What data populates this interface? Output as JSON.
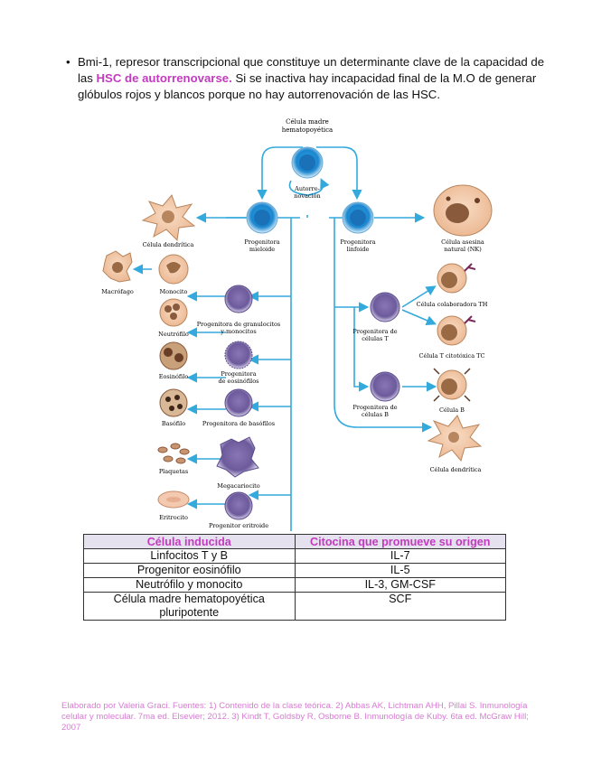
{
  "bullet": {
    "text_before": "Bmi-1, represor transcripcional que constituye un determinante clave de la capacidad de las ",
    "highlight": "HSC de autorrenovarse.",
    "text_after": " Si se inactiva hay incapacidad final de la M.O de generar glóbulos rojos y blancos porque no hay autorrenovación de las HSC."
  },
  "diagram": {
    "hsc_label_1": "Célula madre",
    "hsc_label_2": "hematopoyética",
    "autorren_1": "Autorre-",
    "autorren_2": "novación",
    "prog_mieloide_1": "Progenitora",
    "prog_mieloide_2": "mieloide",
    "prog_linfoide_1": "Progenitora",
    "prog_linfoide_2": "linfoide",
    "dendritica_top": "Célula dendrítica",
    "nk_1": "Célula asesina",
    "nk_2": "natural (NK)",
    "macrofago": "Macrófago",
    "monocito": "Monocito",
    "neutrofilo": "Neutrófilo",
    "eosinofilo": "Eosinófilo",
    "basofilo": "Basófilo",
    "plaquetas": "Plaquetas",
    "eritrocito": "Eritrocito",
    "prog_gm_1": "Progenitora de granulocitos",
    "prog_gm_2": "y monocitos",
    "prog_eos_1": "Progenitora",
    "prog_eos_2": "de eosinófilos",
    "prog_baso": "Progenitora de basófilos",
    "megacariocito": "Megacariocito",
    "prog_eritroide": "Progenitor eritroide",
    "prog_t_1": "Progenitora de",
    "prog_t_2": "células T",
    "prog_b_1": "Progenitora de",
    "prog_b_2": "células B",
    "th": "Célula colaboradora TH",
    "tc": "Célula T citotóxica TC",
    "celula_b": "Célula B",
    "dendritica_bottom": "Célula dendrítica"
  },
  "table": {
    "headers": [
      "Célula inducida",
      "Citocina que promueve su origen"
    ],
    "rows": [
      [
        "Linfocitos T y B",
        "IL-7"
      ],
      [
        "Progenitor eosinófilo",
        "IL-5"
      ],
      [
        "Neutrófilo y monocito",
        "IL-3, GM-CSF"
      ],
      [
        "Célula madre hematopoyética pluripotente",
        "SCF"
      ]
    ]
  },
  "footer": "Elaborado por Valeria Graci. Fuentes: 1) Contenido de la clase teórica. 2) Abbas AK, Lichtman AHH, Pillai S. Inmunología celular y molecular. 7ma ed. Elsevier; 2012.  3) Kindt T, Goldsby R, Osborne B. Inmunología de Kuby. 6ta ed. McGraw Hill; 2007",
  "colors": {
    "highlight": "#c23bbf",
    "arrow": "#33a9dc",
    "table_header_bg": "#e5e1ee",
    "footer": "#d87bd3"
  }
}
